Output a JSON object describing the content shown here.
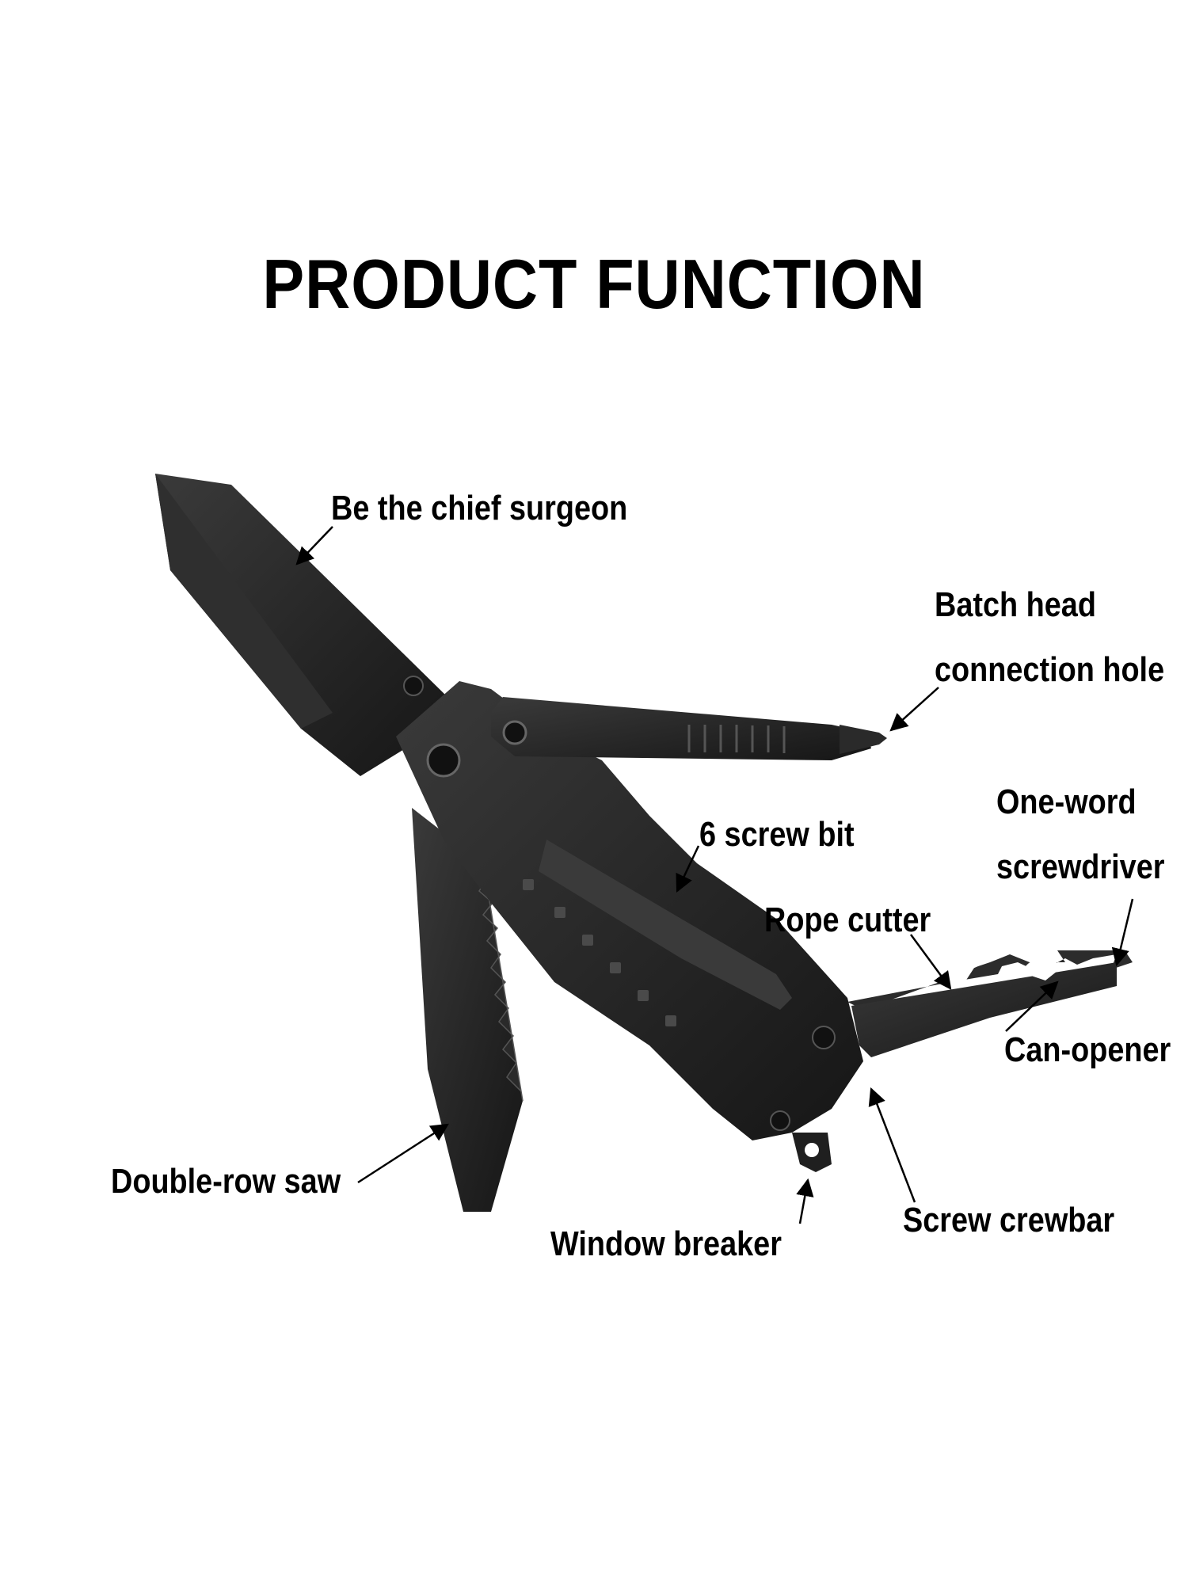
{
  "title": "PRODUCT FUNCTION",
  "callouts": {
    "chief_surgeon": "Be the chief surgeon",
    "batch_head_line1": "Batch head",
    "batch_head_line2": "connection hole",
    "screw_bit": "6 screw bit",
    "one_word_line1": "One-word",
    "one_word_line2": "screwdriver",
    "rope_cutter": "Rope cutter",
    "can_opener": "Can-opener",
    "double_row_saw": "Double-row saw",
    "window_breaker": "Window breaker",
    "screw_crewbar": "Screw crewbar"
  },
  "colors": {
    "tool_dark": "#1c1c1c",
    "tool_mid": "#2b2b2b",
    "tool_edge": "#444444",
    "text": "#000000",
    "background": "#ffffff"
  }
}
